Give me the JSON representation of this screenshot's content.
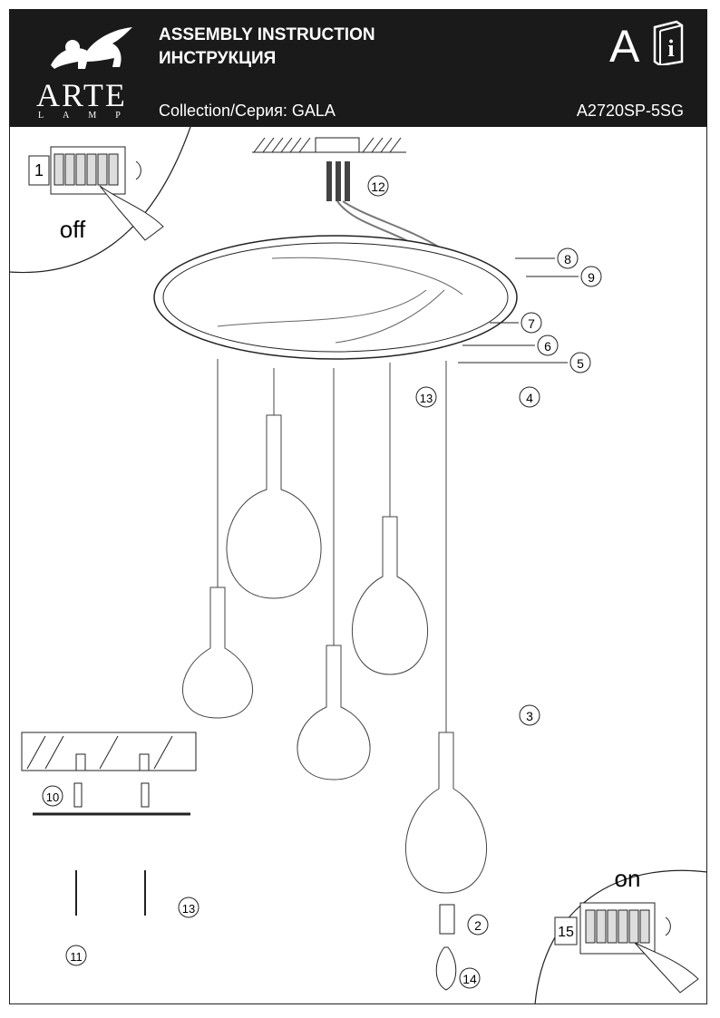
{
  "header": {
    "title": "ASSEMBLY INSTRUCTION",
    "subtitle": "ИНСТРУКЦИЯ",
    "collection": "Collection/Серия: GALA",
    "model": "A2720SP-5SG",
    "brand_name": "ARTE",
    "brand_sub": "LAMP",
    "letter": "A",
    "info_glyph": "i"
  },
  "switch_off": {
    "step": "1",
    "label": "off"
  },
  "switch_on": {
    "step": "15",
    "label": "on"
  },
  "callouts": [
    "2",
    "3",
    "4",
    "5",
    "6",
    "7",
    "8",
    "9",
    "10",
    "11",
    "12",
    "13",
    "14"
  ],
  "icons": [
    "lion-logo-icon",
    "info-book-icon",
    "hand-switch-icon",
    "screw-icon",
    "screwdriver-icon",
    "bulb-icon",
    "rotate-arrow-icon"
  ]
}
